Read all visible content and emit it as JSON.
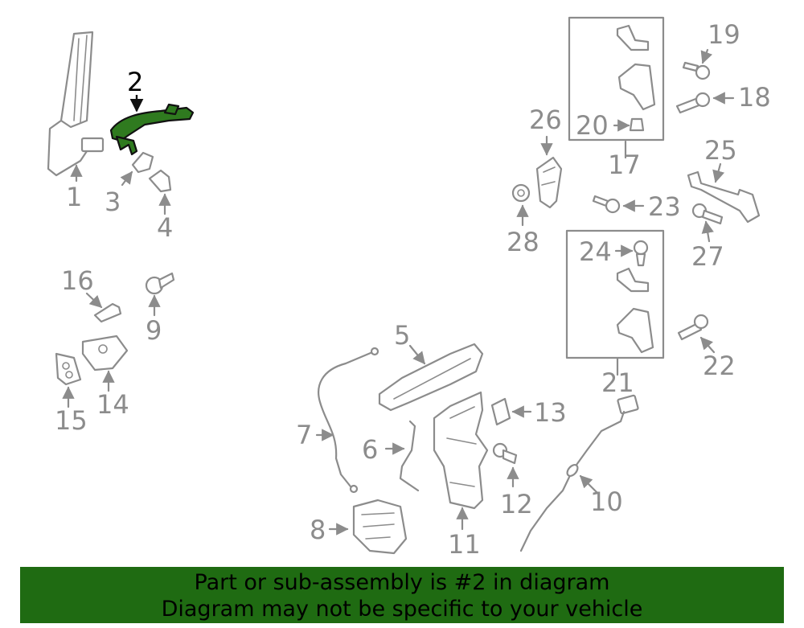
{
  "diagram": {
    "highlight_color": "#2f7a1f",
    "part_color": "#8c8c8c",
    "callouts": {
      "c1": "1",
      "c2": "2",
      "c3": "3",
      "c4": "4",
      "c5": "5",
      "c6": "6",
      "c7": "7",
      "c8": "8",
      "c9": "9",
      "c10": "10",
      "c11": "11",
      "c12": "12",
      "c13": "13",
      "c14": "14",
      "c15": "15",
      "c16": "16",
      "c17": "17",
      "c18": "18",
      "c19": "19",
      "c20": "20",
      "c21": "21",
      "c22": "22",
      "c23": "23",
      "c24": "24",
      "c25": "25",
      "c26": "26",
      "c27": "27",
      "c28": "28"
    }
  },
  "banner": {
    "background": "#1f6b12",
    "line1": "Part or sub-assembly is #2 in diagram",
    "line2": "Diagram may not be specific to your vehicle"
  }
}
